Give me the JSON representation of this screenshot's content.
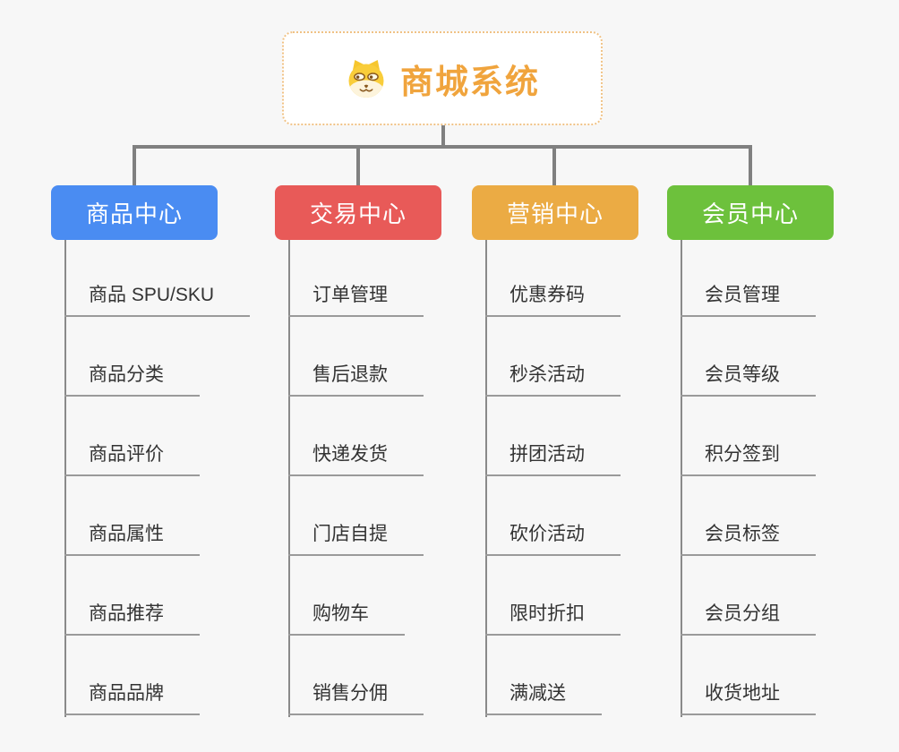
{
  "canvas": {
    "background_color": "#f7f7f7",
    "connector_color": "#808080",
    "underline_color": "#9a9a9a"
  },
  "root": {
    "title": "商城系统",
    "title_color": "#f0a43d",
    "border_color": "#f0c285",
    "background_color": "#ffffff",
    "icon": "dog-face-icon"
  },
  "branches": [
    {
      "label": "商品中心",
      "color": "#4a8cf2",
      "items": [
        "商品 SPU/SKU",
        "商品分类",
        "商品评价",
        "商品属性",
        "商品推荐",
        "商品品牌"
      ]
    },
    {
      "label": "交易中心",
      "color": "#e85a58",
      "items": [
        "订单管理",
        "售后退款",
        "快递发货",
        "门店自提",
        "购物车",
        "销售分佣"
      ]
    },
    {
      "label": "营销中心",
      "color": "#ebab44",
      "items": [
        "优惠券码",
        "秒杀活动",
        "拼团活动",
        "砍价活动",
        "限时折扣",
        "满减送"
      ]
    },
    {
      "label": "会员中心",
      "color": "#6dc13c",
      "items": [
        "会员管理",
        "会员等级",
        "积分签到",
        "会员标签",
        "会员分组",
        "收货地址"
      ]
    }
  ]
}
